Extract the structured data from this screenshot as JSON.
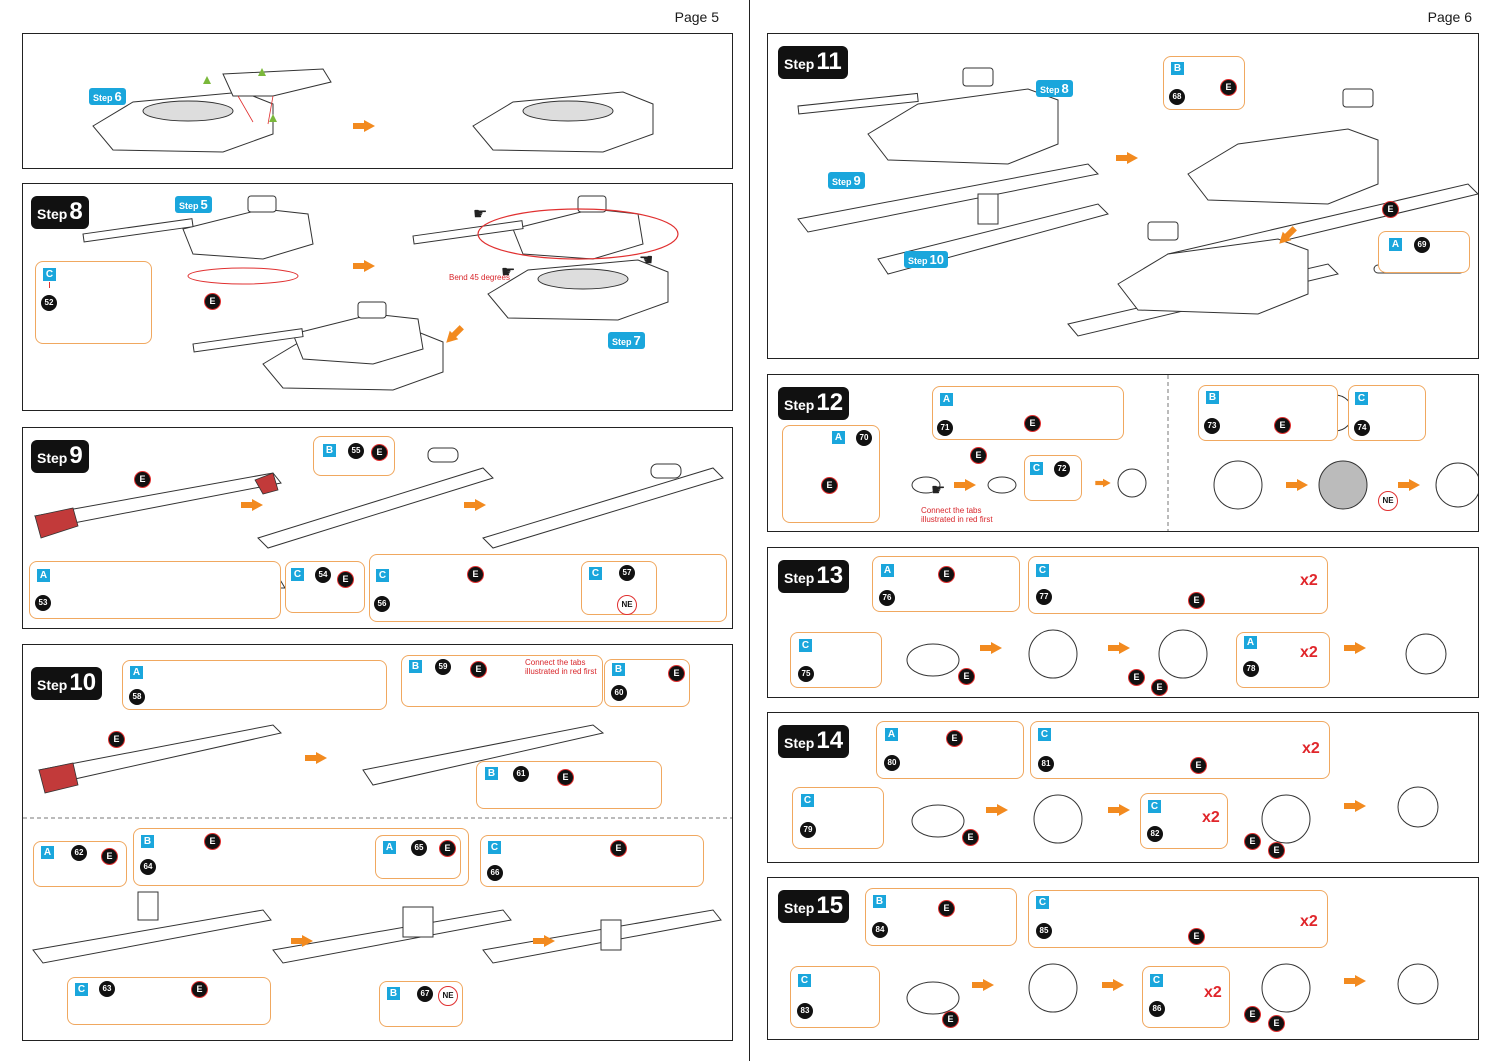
{
  "pages": {
    "left": {
      "page_label": "Page 5"
    },
    "right": {
      "page_label": "Page 6"
    }
  },
  "step_word": "Step",
  "sub_step_labels": {
    "s6": "6",
    "s5": "5",
    "s7": "7",
    "s8": "8",
    "s9": "9",
    "s10": "10"
  },
  "steps": {
    "step8": {
      "number": "8",
      "note": "Bend 45 degrees"
    },
    "step9": {
      "number": "9"
    },
    "step10": {
      "number": "10",
      "note": "Connect the tabs illustrated in red first"
    },
    "step11": {
      "number": "11"
    },
    "step12": {
      "number": "12",
      "note": "Connect the tabs illustrated in red first"
    },
    "step13": {
      "number": "13"
    },
    "step14": {
      "number": "14"
    },
    "step15": {
      "number": "15"
    }
  },
  "parts": {
    "p52": {
      "letter": "C",
      "number": "52"
    },
    "p53": {
      "letter": "A",
      "number": "53"
    },
    "p54": {
      "letter": "C",
      "number": "54"
    },
    "p55": {
      "letter": "B",
      "number": "55"
    },
    "p56": {
      "letter": "C",
      "number": "56"
    },
    "p57": {
      "letter": "C",
      "number": "57"
    },
    "p58": {
      "letter": "A",
      "number": "58"
    },
    "p59": {
      "letter": "B",
      "number": "59"
    },
    "p60": {
      "letter": "B",
      "number": "60"
    },
    "p61": {
      "letter": "B",
      "number": "61"
    },
    "p62": {
      "letter": "A",
      "number": "62"
    },
    "p63": {
      "letter": "C",
      "number": "63"
    },
    "p64": {
      "letter": "B",
      "number": "64"
    },
    "p65": {
      "letter": "A",
      "number": "65"
    },
    "p66": {
      "letter": "C",
      "number": "66"
    },
    "p67": {
      "letter": "B",
      "number": "67"
    },
    "p68": {
      "letter": "B",
      "number": "68"
    },
    "p69": {
      "letter": "A",
      "number": "69"
    },
    "p70": {
      "letter": "A",
      "number": "70"
    },
    "p71": {
      "letter": "A",
      "number": "71"
    },
    "p72": {
      "letter": "C",
      "number": "72"
    },
    "p73": {
      "letter": "B",
      "number": "73"
    },
    "p74": {
      "letter": "C",
      "number": "74"
    },
    "p75": {
      "letter": "C",
      "number": "75"
    },
    "p76": {
      "letter": "A",
      "number": "76"
    },
    "p77": {
      "letter": "C",
      "number": "77"
    },
    "p78": {
      "letter": "A",
      "number": "78"
    },
    "p79": {
      "letter": "C",
      "number": "79"
    },
    "p80": {
      "letter": "A",
      "number": "80"
    },
    "p81": {
      "letter": "C",
      "number": "81"
    },
    "p82": {
      "letter": "C",
      "number": "82"
    },
    "p83": {
      "letter": "C",
      "number": "83"
    },
    "p84": {
      "letter": "B",
      "number": "84"
    },
    "p85": {
      "letter": "C",
      "number": "85"
    },
    "p86": {
      "letter": "C",
      "number": "86"
    }
  },
  "labels": {
    "e": "E",
    "ne": "NE",
    "x2": "x2"
  },
  "colors": {
    "accent_blue": "#1aa6dc",
    "arrow_orange": "#f28a1f",
    "box_orange": "#f0a860",
    "tab_red": "#e03030",
    "part_brown": "#8a4a2e",
    "part_purple": "#6a5ea8",
    "part_khaki": "#8a8a72",
    "part_orange": "#e05a20",
    "part_violet": "#8e7fc8",
    "part_tan": "#cdbf96"
  },
  "icons": [
    "pointing-hand-icon",
    "arrow-right-icon",
    "arrow-diagonal-icon"
  ]
}
